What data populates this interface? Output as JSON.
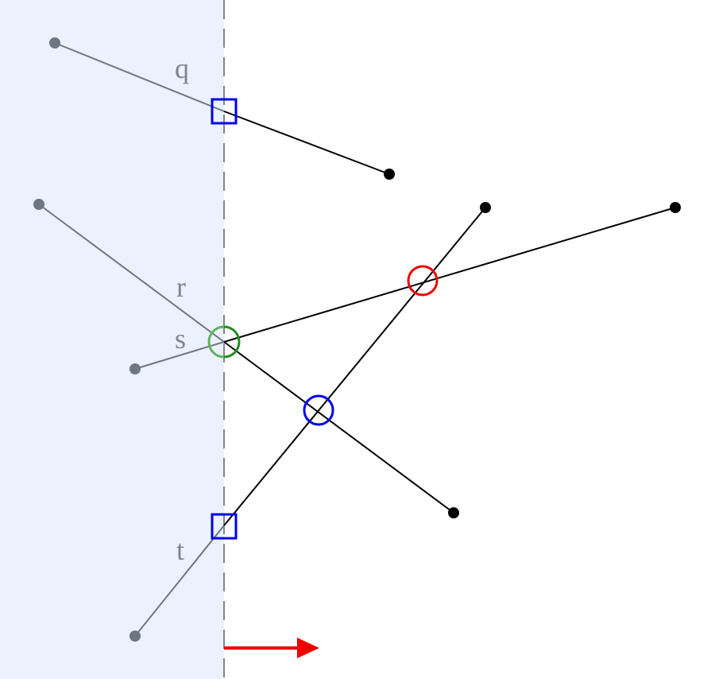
{
  "labels": {
    "q": "q",
    "r": "r",
    "s": "s",
    "t": "t"
  },
  "colors": {
    "swept_region": "#ebf2fd",
    "sweep_line": "#808590",
    "active_segment": "#000000",
    "processed_segment": "#6e7583",
    "label": "#808590",
    "intersection_blue": "#0000ee",
    "intersection_red": "#ee0000",
    "intersection_green": "#228b22",
    "direction_arrow": "#ee0000"
  }
}
